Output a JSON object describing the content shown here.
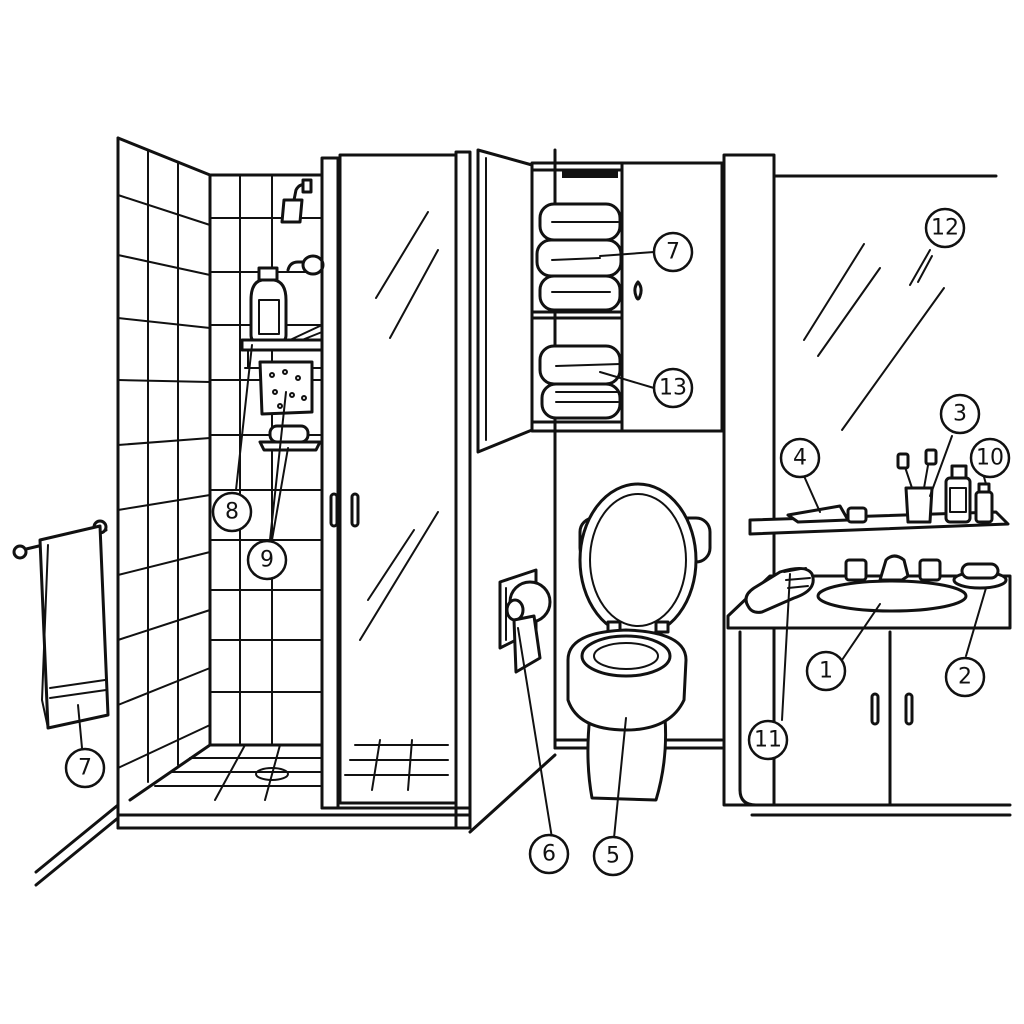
{
  "callouts": [
    {
      "id": "c1",
      "label": "1"
    },
    {
      "id": "c2",
      "label": "2"
    },
    {
      "id": "c3",
      "label": "3"
    },
    {
      "id": "c4",
      "label": "4"
    },
    {
      "id": "c5",
      "label": "5"
    },
    {
      "id": "c6",
      "label": "6"
    },
    {
      "id": "c7a",
      "label": "7"
    },
    {
      "id": "c7b",
      "label": "7"
    },
    {
      "id": "c8",
      "label": "8"
    },
    {
      "id": "c9",
      "label": "9"
    },
    {
      "id": "c10",
      "label": "10"
    },
    {
      "id": "c11",
      "label": "11"
    },
    {
      "id": "c12",
      "label": "12"
    },
    {
      "id": "c13",
      "label": "13"
    }
  ]
}
